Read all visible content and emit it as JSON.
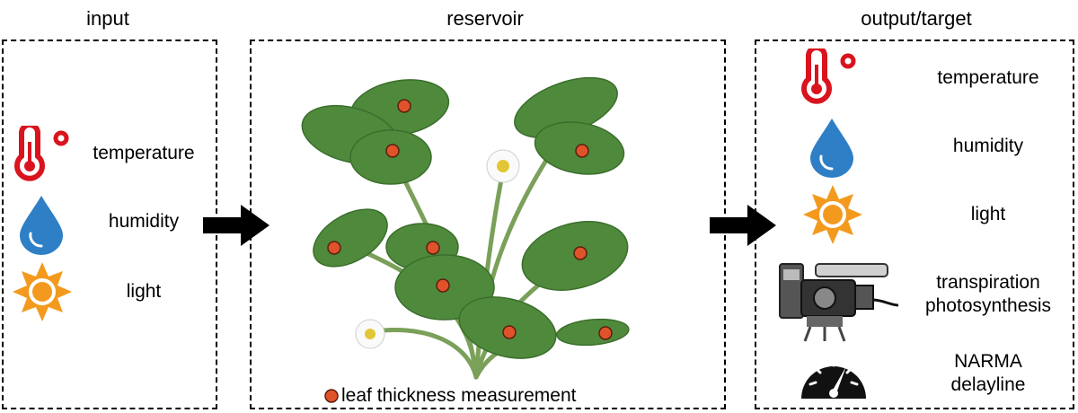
{
  "sections": {
    "input": "input",
    "reservoir": "reservoir",
    "output": "output/target"
  },
  "inputs": [
    "temperature",
    "humidity",
    "light"
  ],
  "outputs": {
    "temperature": "temperature",
    "humidity": "humidity",
    "light": "light",
    "transpiration_line1": "transpiration",
    "transpiration_line2": "photosynthesis",
    "narma_line1": "NARMA",
    "narma_line2": "delayline"
  },
  "legend": "leaf thickness measurement",
  "colors": {
    "temperature_icon": "#d9141e",
    "humidity_icon": "#2e7fc6",
    "light_icon": "#f39a1e",
    "sensor_dot": "#e0532a",
    "leaf": "#4f8a3c"
  },
  "icons": [
    "thermometer-icon",
    "droplet-icon",
    "sun-icon",
    "gas-analyzer-icon",
    "gauge-icon"
  ]
}
